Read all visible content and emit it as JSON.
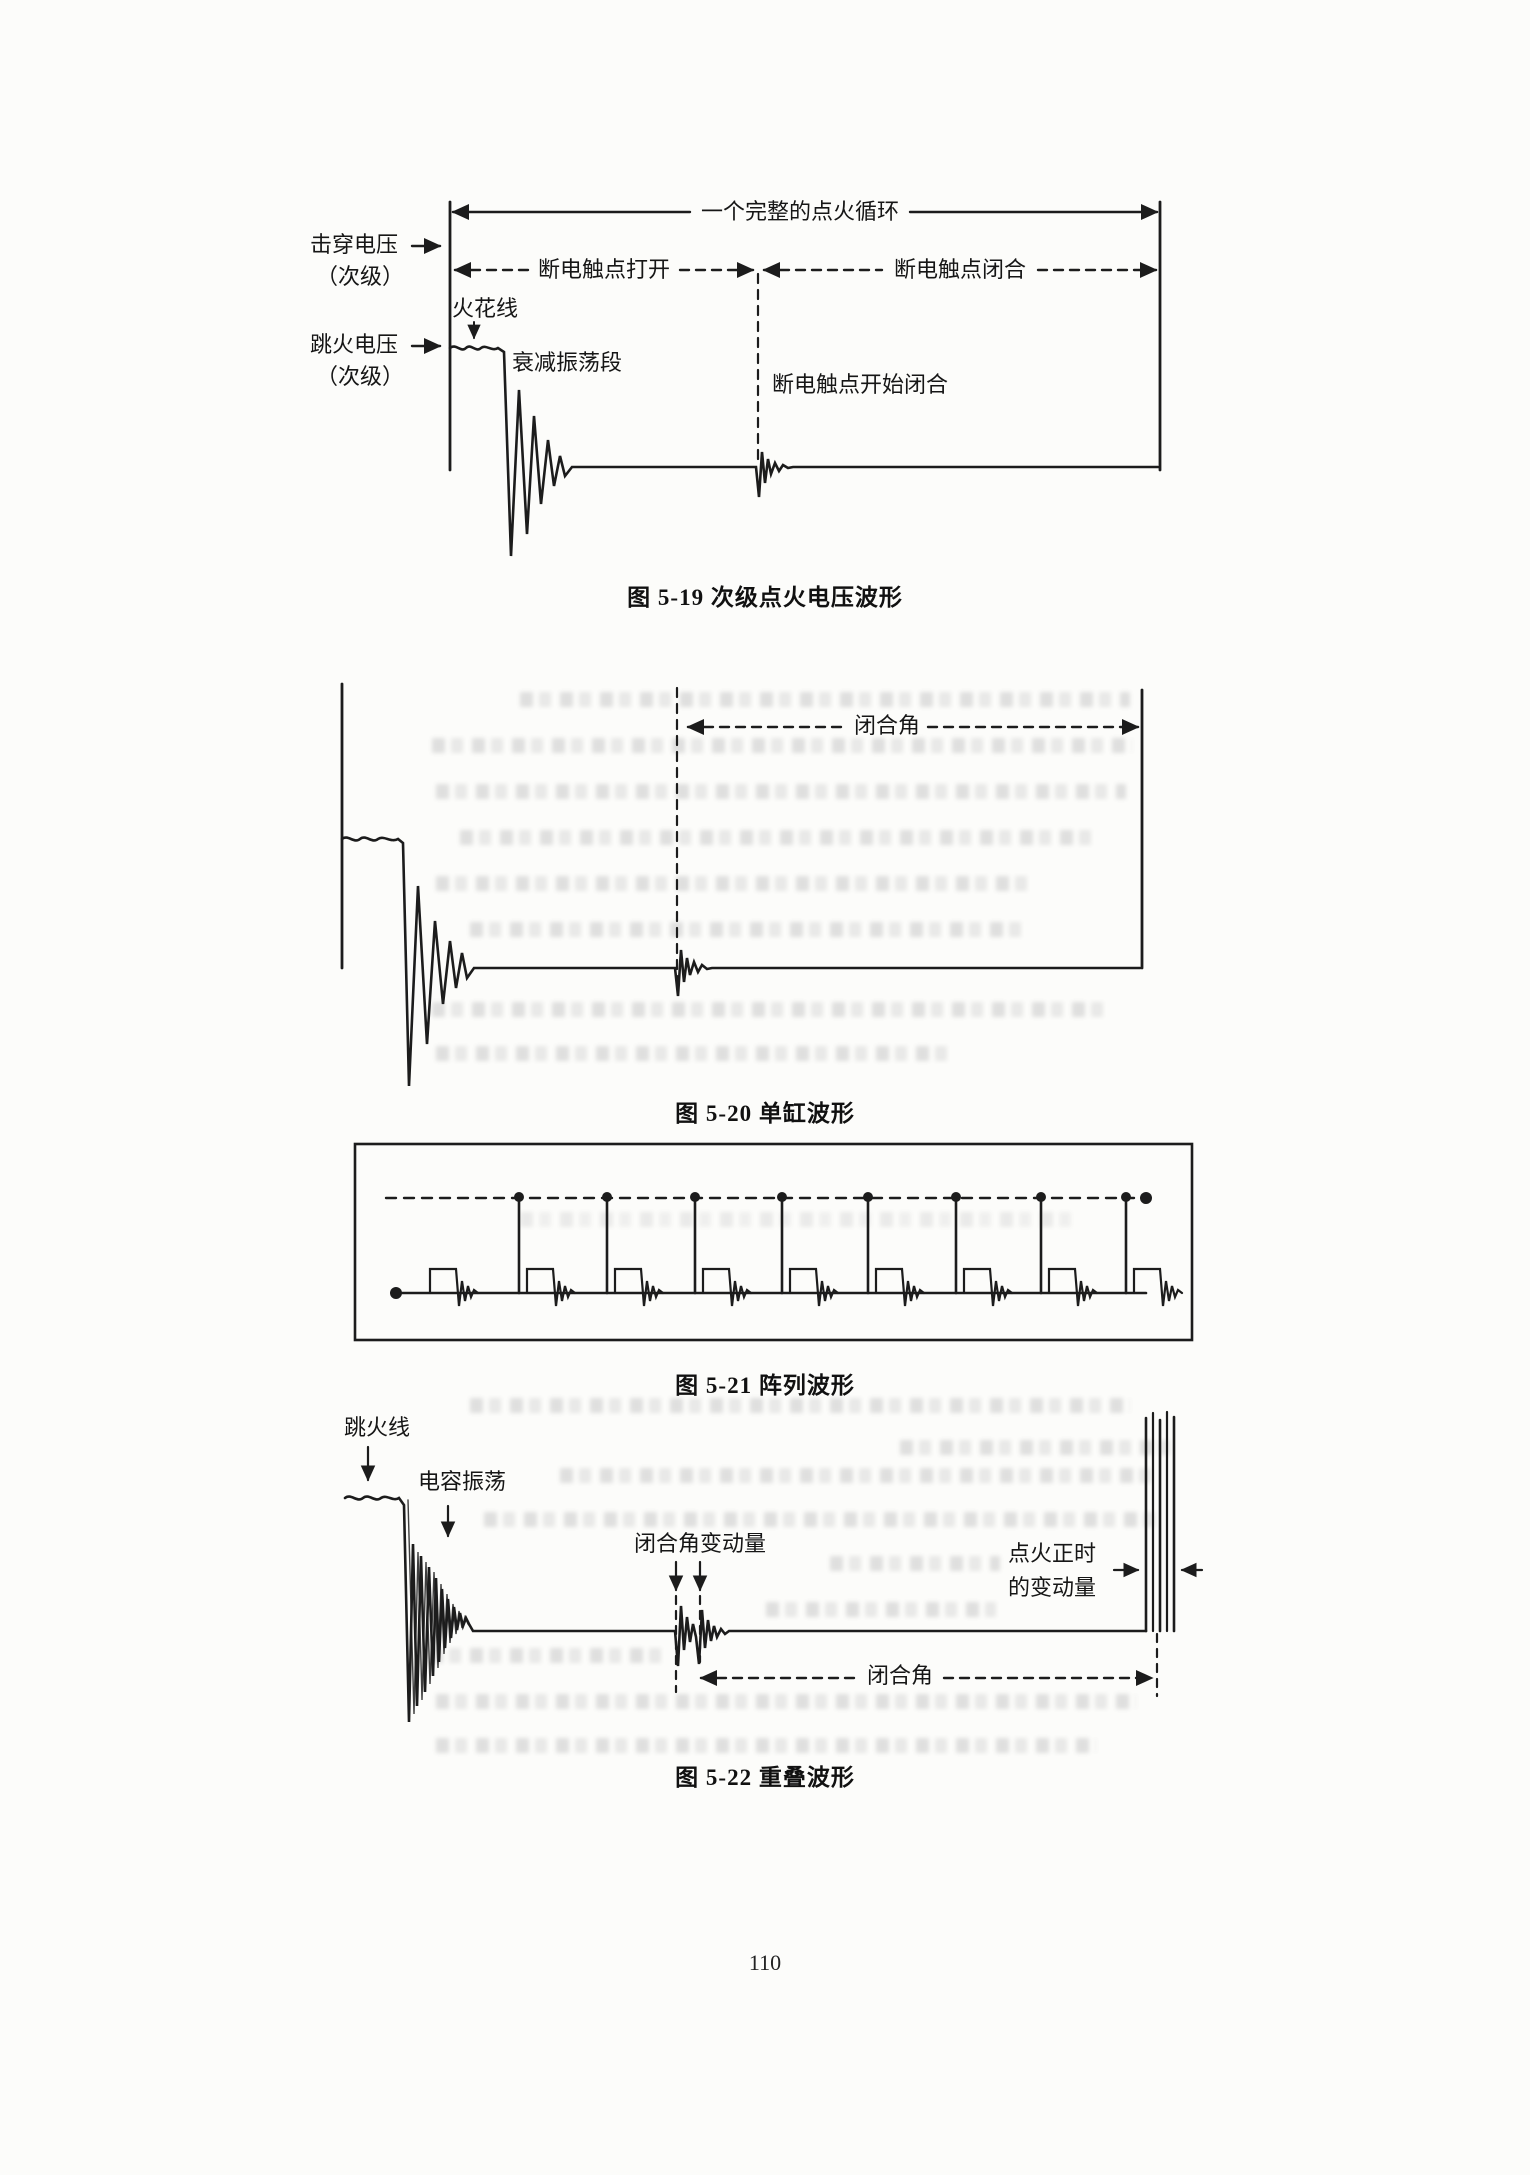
{
  "page": {
    "number": "110"
  },
  "colors": {
    "ink": "#1c1c1c"
  },
  "fig19": {
    "caption": "图 5-19 次级点火电压波形",
    "labels": {
      "full_cycle": "一个完整的点火循环",
      "points_open": "断电触点打开",
      "points_closed": "断电触点闭合",
      "breakdown_voltage": "击穿电压",
      "breakdown_voltage_sub": "（次级）",
      "spark_line": "火花线",
      "firing_voltage": "跳火电压",
      "firing_voltage_sub": "（次级）",
      "damped_oscillation": "衰减振荡段",
      "points_begin_close": "断电触点开始闭合"
    }
  },
  "fig20": {
    "caption": "图 5-20 单缸波形",
    "labels": {
      "dwell_angle": "闭合角"
    }
  },
  "fig21": {
    "caption": "图 5-21 阵列波形"
  },
  "fig22": {
    "caption": "图 5-22 重叠波形",
    "labels": {
      "spark_line": "跳火线",
      "capacitor_oscillation": "电容振荡",
      "dwell_variation": "闭合角变动量",
      "timing_variation_1": "点火正时",
      "timing_variation_2": "的变动量",
      "dwell_angle": "闭合角"
    }
  }
}
